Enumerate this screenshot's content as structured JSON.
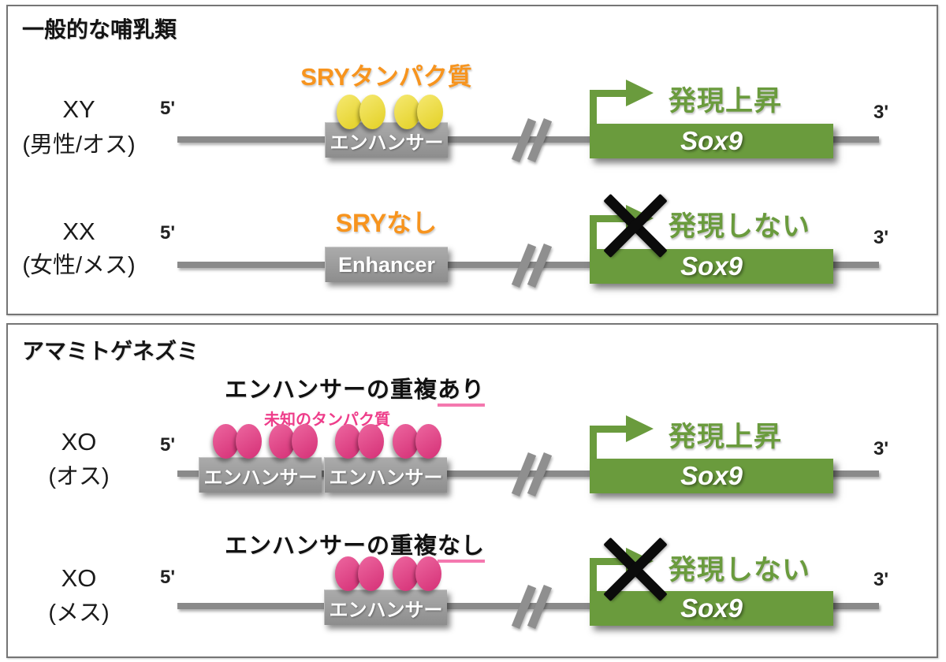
{
  "colors": {
    "orange": "#F7941E",
    "green": "#6A9B3D",
    "yellow": "#F1DD26",
    "pink": "#E73480",
    "pink_text": "#EE3D8A",
    "underline_pink": "#F478AF",
    "gray_box": "#8D8D8D",
    "line_gray": "#8A8A8A",
    "cross_black": "#0B0B0B"
  },
  "panel1": {
    "title": "一般的な哺乳類",
    "row_xy": {
      "genotype": "XY",
      "sex_label": "(男性/オス)",
      "five_prime": "5'",
      "three_prime": "3'",
      "protein_label": "SRYタンパク質",
      "enhancer_label": "エンハンサー",
      "expression_label": "発現上昇",
      "gene_label": "Sox9"
    },
    "row_xx": {
      "genotype": "XX",
      "sex_label": "(女性/メス)",
      "five_prime": "5'",
      "three_prime": "3'",
      "protein_label": "SRYなし",
      "enhancer_label": "Enhancer",
      "expression_label": "発現しない",
      "gene_label": "Sox9"
    }
  },
  "panel2": {
    "title": "アマミトゲネズミ",
    "row_xo_male": {
      "genotype": "XO",
      "sex_label": "(オス)",
      "duplication_label_main": "エンハンサーの重複",
      "duplication_label_suffix": "あり",
      "protein_label": "未知のタンパク質",
      "five_prime": "5'",
      "three_prime": "3'",
      "enhancer_label_1": "エンハンサー",
      "enhancer_label_2": "エンハンサー",
      "expression_label": "発現上昇",
      "gene_label": "Sox9"
    },
    "row_xo_female": {
      "genotype": "XO",
      "sex_label": "(メス)",
      "duplication_label_main": "エンハンサーの重複",
      "duplication_label_suffix": "なし",
      "five_prime": "5'",
      "three_prime": "3'",
      "enhancer_label": "エンハンサー",
      "expression_label": "発現しない",
      "gene_label": "Sox9"
    }
  }
}
